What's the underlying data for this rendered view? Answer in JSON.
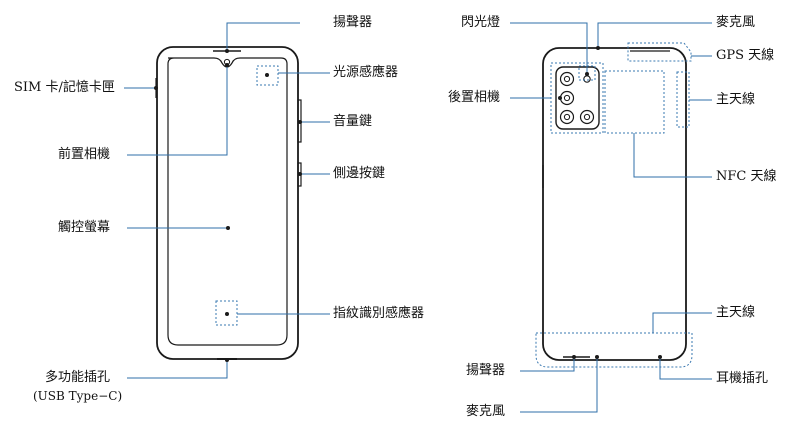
{
  "front": {
    "speaker": "揚聲器",
    "sim_tray": "SIM 卡/記憶卡匣",
    "light_sensor": "光源感應器",
    "volume_key": "音量鍵",
    "front_camera": "前置相機",
    "side_key": "側邊按鍵",
    "touchscreen": "觸控螢幕",
    "fingerprint_sensor": "指紋識別感應器",
    "multipurpose_jack": "多功能插孔",
    "multipurpose_jack_sub": "(USB Type−C)"
  },
  "back": {
    "flash": "閃光燈",
    "microphone_top": "麥克風",
    "gps_antenna": "GPS 天線",
    "rear_camera": "後置相機",
    "main_antenna_top": "主天線",
    "nfc_antenna": "NFC 天線",
    "main_antenna_bottom": "主天線",
    "speaker": "揚聲器",
    "earphone_jack": "耳機插孔",
    "microphone_bottom": "麥克風"
  },
  "colors": {
    "outline": "#1a1a1a",
    "leader_line": "#2f6fa8",
    "callout_box": "#3a78b0"
  }
}
